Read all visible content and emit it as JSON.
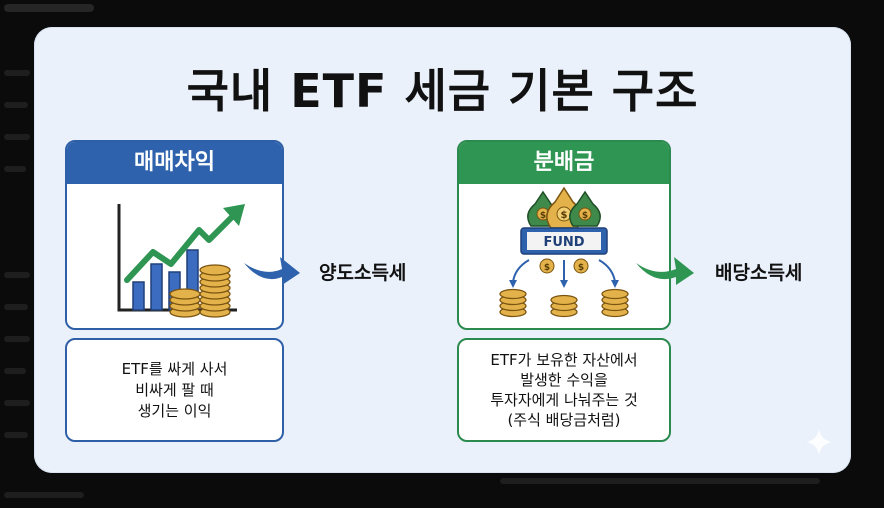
{
  "title": "국내 ETF 세금 기본 구조",
  "left": {
    "header": "매매차익",
    "tax": "양도소득세",
    "desc_lines": [
      "ETF를 싸게 사서",
      "비싸게 팔 때",
      "생기는 이익"
    ]
  },
  "right": {
    "header": "분배금",
    "fund_label": "FUND",
    "tax": "배당소득세",
    "desc_lines": [
      "ETF가 보유한 자산에서",
      "발생한 수익을",
      "투자자에게 나눠주는 것",
      "(주식 배당금처럼)"
    ]
  },
  "colors": {
    "blue": "#2e62ad",
    "green": "#2f9552",
    "gold": "#d9a23a",
    "card_bg": "#eaf1fb"
  },
  "icons": [
    "growth-chart-icon",
    "coin-stack-icon",
    "money-bag-icon",
    "fund-banner-icon",
    "blue-arrow-icon",
    "green-arrow-icon",
    "sparkle-icon"
  ]
}
